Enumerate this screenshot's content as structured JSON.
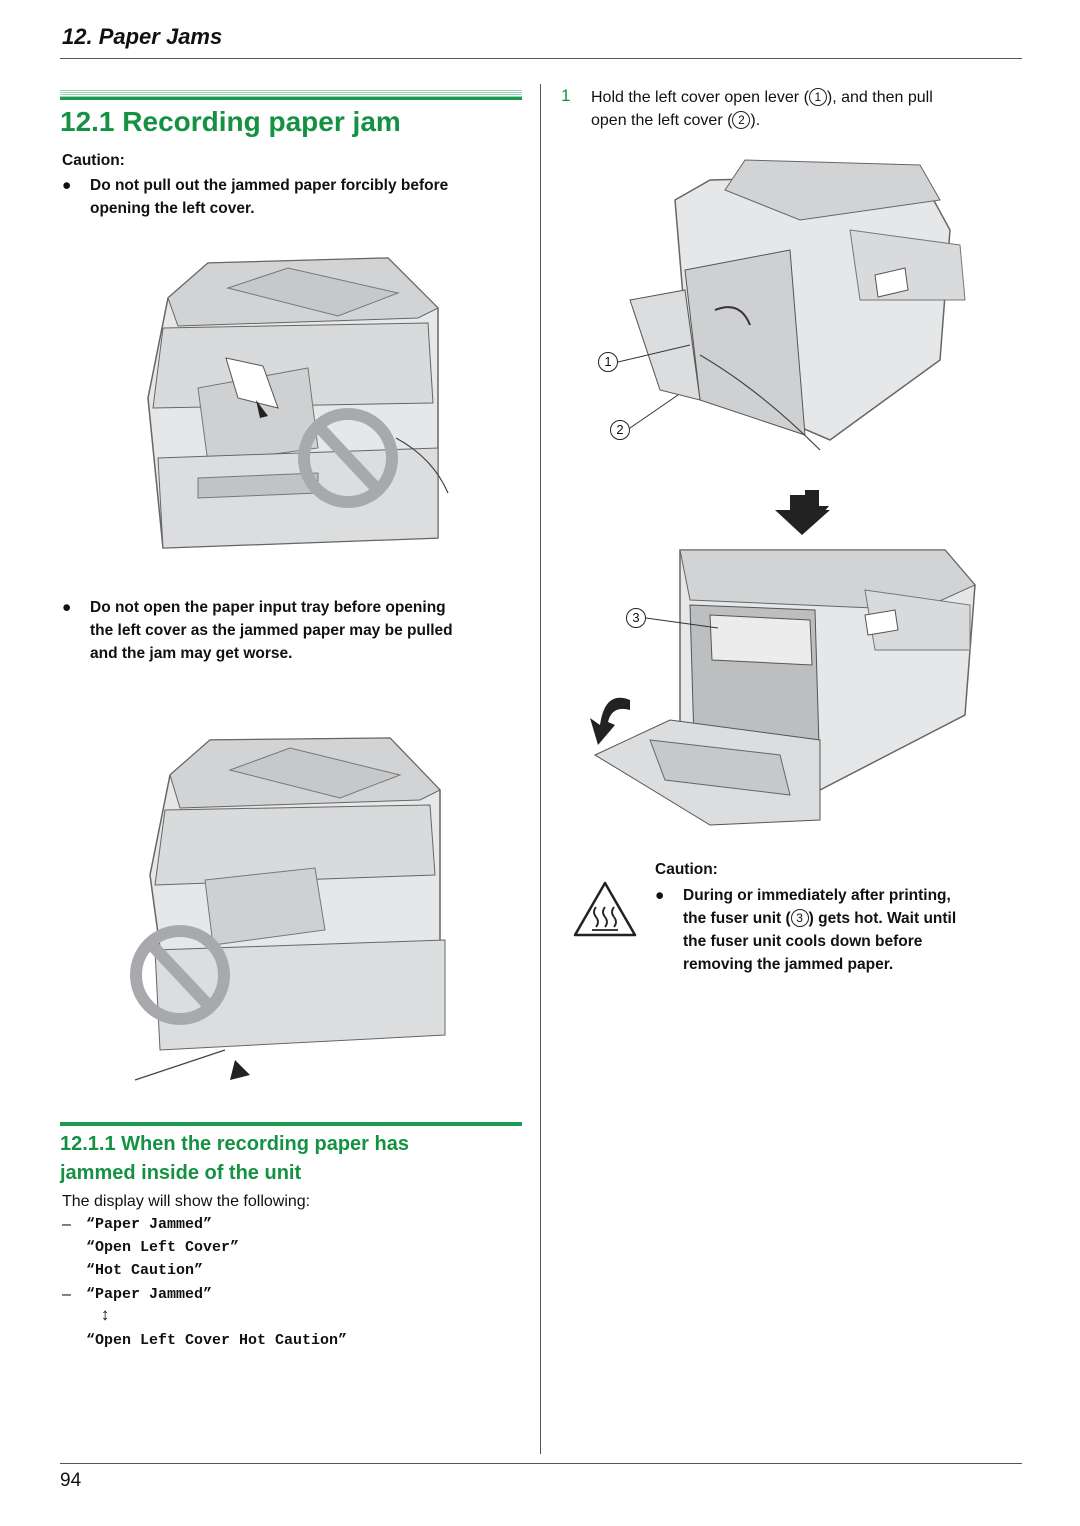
{
  "header": {
    "chapter": "12. Paper Jams"
  },
  "section": {
    "title": "12.1 Recording paper jam",
    "caution_label": "Caution:",
    "bullet": "●",
    "caution1": [
      "Do not pull out the jammed paper forcibly before",
      "opening the left cover."
    ],
    "caution2": [
      "Do not open the paper input tray before opening",
      "the left cover as the jammed paper may be pulled",
      "and the jam may get worse."
    ]
  },
  "subsection": {
    "title_line1": "12.1.1 When the recording paper has",
    "title_line2": "jammed inside of the unit",
    "intro": "The display will show the following:",
    "dash": "–",
    "display_lines": [
      "“Paper Jammed”",
      "“Open Left Cover”",
      "“Hot Caution”",
      "“Paper Jammed”",
      "↕",
      "“Open Left Cover Hot Caution”"
    ]
  },
  "step1": {
    "number": "1",
    "line1_a": "Hold the left cover open lever (",
    "line1_b": "), and then pull",
    "line2_a": "open the left cover (",
    "line2_b": ").",
    "marker1": "1",
    "marker2": "2"
  },
  "callouts": [
    "1",
    "2",
    "3"
  ],
  "caution_right": {
    "label": "Caution:",
    "bullet": "●",
    "line1": "During or immediately after printing,",
    "line2_a": "the fuser unit (",
    "line2_marker": "3",
    "line2_b": ") gets hot. Wait until",
    "line3": "the fuser unit cools down before",
    "line4": "removing the jammed paper."
  },
  "footer": {
    "page": "94"
  }
}
